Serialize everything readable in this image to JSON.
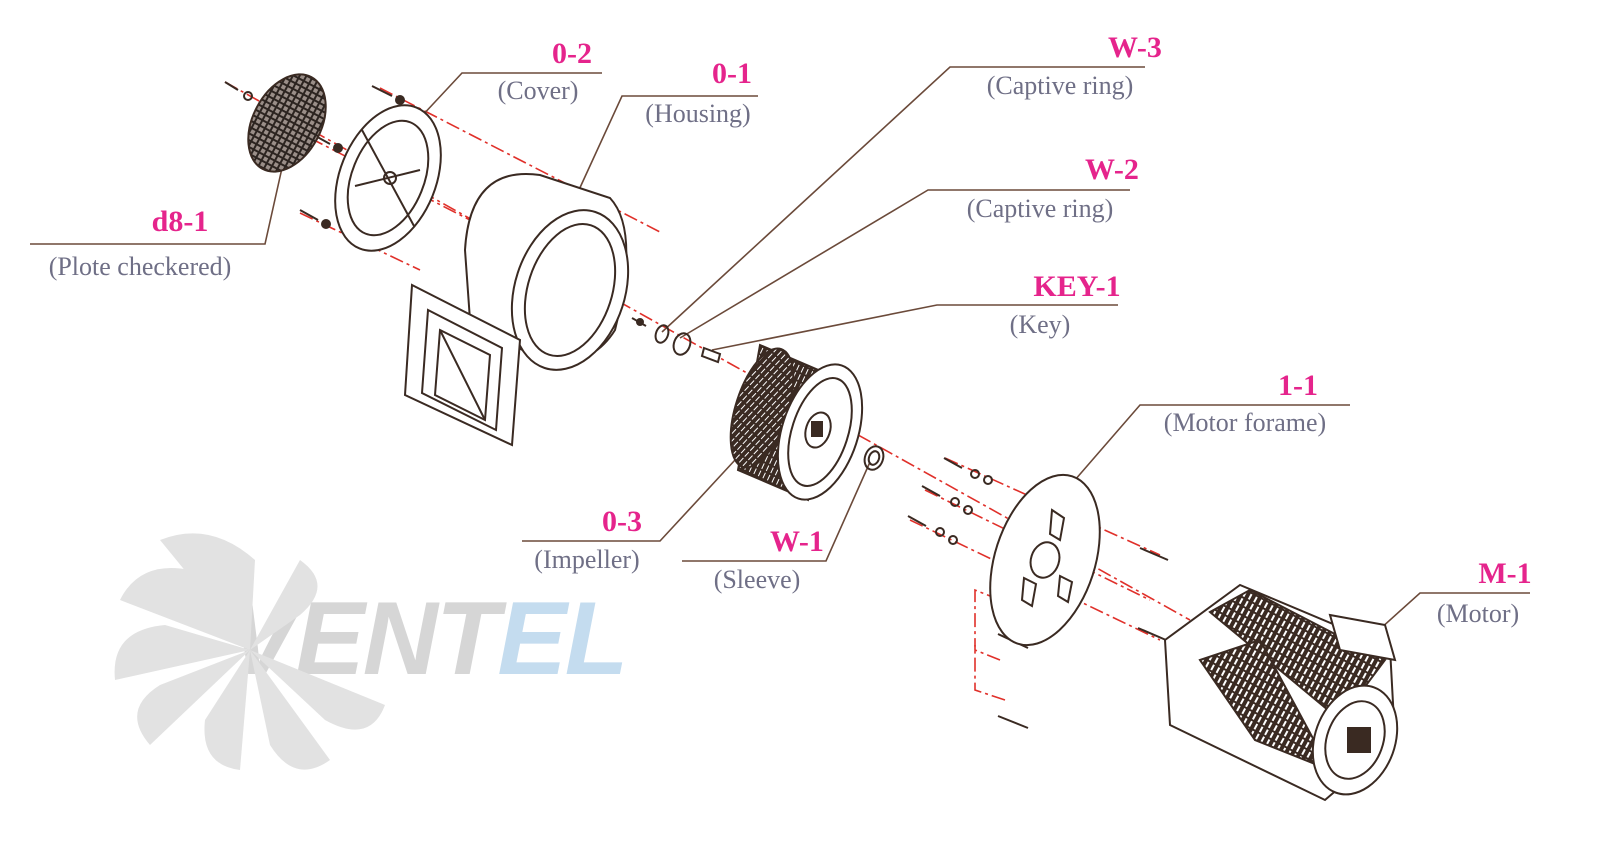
{
  "colors": {
    "code": "#e5248c",
    "name": "#6f6f86",
    "line": "#6b4a3a",
    "axis": "#e0302a",
    "part": "#3a2a22",
    "watermark": "#d6d6d6",
    "watermark_accent": "#c4dcef"
  },
  "watermark": {
    "main": "VENT",
    "accent": "EL"
  },
  "parts": [
    {
      "id": "d8-1",
      "code": "d8-1",
      "name": "(Plote checkered)"
    },
    {
      "id": "0-2",
      "code": "0-2",
      "name": "(Cover)"
    },
    {
      "id": "0-1",
      "code": "0-1",
      "name": "(Housing)"
    },
    {
      "id": "w-3",
      "code": "W-3",
      "name": "(Captive ring)"
    },
    {
      "id": "w-2",
      "code": "W-2",
      "name": "(Captive ring)"
    },
    {
      "id": "key-1",
      "code": "KEY-1",
      "name": "(Key)"
    },
    {
      "id": "1-1",
      "code": "1-1",
      "name": "(Motor forame)"
    },
    {
      "id": "0-3",
      "code": "0-3",
      "name": "(Impeller)"
    },
    {
      "id": "w-1",
      "code": "W-1",
      "name": "(Sleeve)"
    },
    {
      "id": "m-1",
      "code": "M-1",
      "name": "(Motor)"
    }
  ]
}
